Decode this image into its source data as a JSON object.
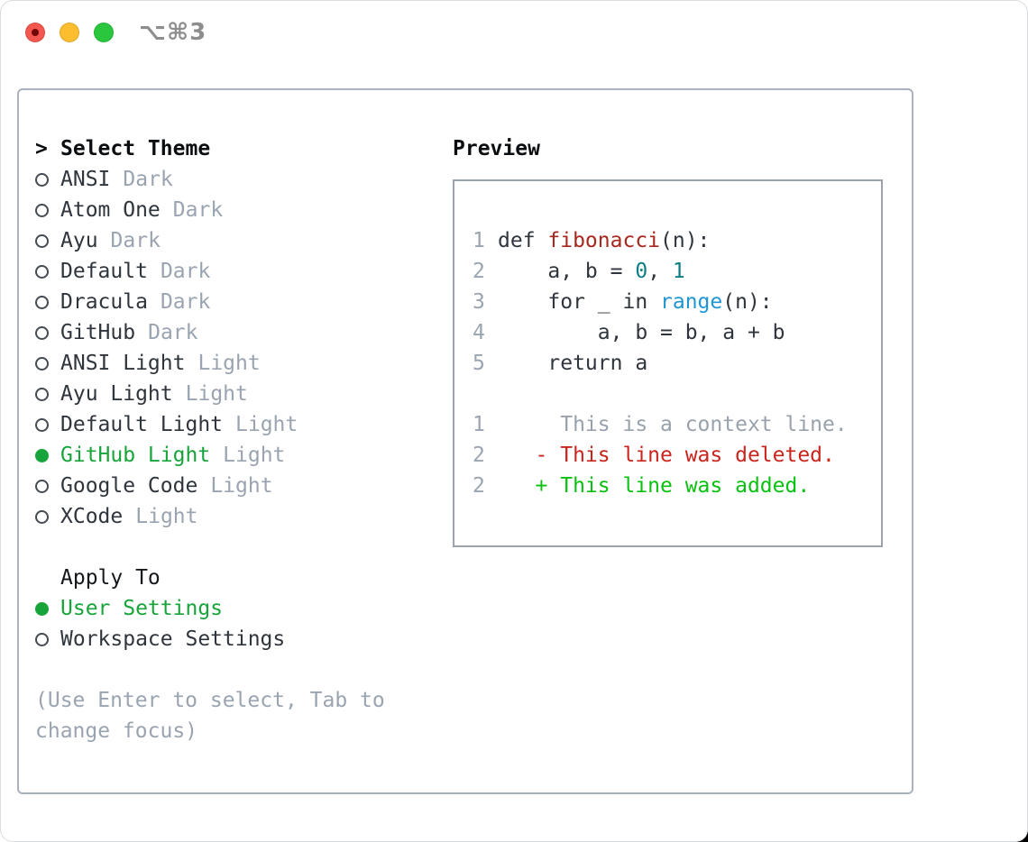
{
  "titlebar": {
    "title": "⌥⌘3",
    "buttons": [
      "close",
      "minimize",
      "zoom"
    ]
  },
  "theme_panel": {
    "header": {
      "prompt": ">",
      "label": "Select Theme"
    },
    "themes": [
      {
        "name": "ANSI",
        "variant": "Dark",
        "selected": false
      },
      {
        "name": "Atom One",
        "variant": "Dark",
        "selected": false
      },
      {
        "name": "Ayu",
        "variant": "Dark",
        "selected": false
      },
      {
        "name": "Default",
        "variant": "Dark",
        "selected": false
      },
      {
        "name": "Dracula",
        "variant": "Dark",
        "selected": false
      },
      {
        "name": "GitHub",
        "variant": "Dark",
        "selected": false
      },
      {
        "name": "ANSI Light",
        "variant": "Light",
        "selected": false
      },
      {
        "name": "Ayu Light",
        "variant": "Light",
        "selected": false
      },
      {
        "name": "Default Light",
        "variant": "Light",
        "selected": false
      },
      {
        "name": "GitHub Light",
        "variant": "Light",
        "selected": true
      },
      {
        "name": "Google Code",
        "variant": "Light",
        "selected": false
      },
      {
        "name": "XCode",
        "variant": "Light",
        "selected": false
      }
    ],
    "apply_to": {
      "label": "Apply To",
      "options": [
        {
          "name": "User Settings",
          "selected": true
        },
        {
          "name": "Workspace Settings",
          "selected": false
        }
      ]
    },
    "help_text": "(Use Enter to select, Tab to change focus)"
  },
  "preview": {
    "label": "Preview",
    "lines": [
      {
        "num": "1",
        "tokens": [
          {
            "t": "def ",
            "c": "default_text"
          },
          {
            "t": "fibonacci",
            "c": "function_red"
          },
          {
            "t": "(n):",
            "c": "default_text"
          }
        ]
      },
      {
        "num": "2",
        "tokens": [
          {
            "t": "    a, b = ",
            "c": "default_text"
          },
          {
            "t": "0",
            "c": "number_teal"
          },
          {
            "t": ", ",
            "c": "default_text"
          },
          {
            "t": "1",
            "c": "number_teal"
          }
        ]
      },
      {
        "num": "3",
        "tokens": [
          {
            "t": "    for _ in ",
            "c": "default_text"
          },
          {
            "t": "range",
            "c": "builtin_blue"
          },
          {
            "t": "(n):",
            "c": "default_text"
          }
        ]
      },
      {
        "num": "4",
        "tokens": [
          {
            "t": "        a, b = b, a + b",
            "c": "default_text"
          }
        ]
      },
      {
        "num": "5",
        "tokens": [
          {
            "t": "    return a",
            "c": "default_text"
          }
        ]
      },
      {
        "num": "",
        "tokens": []
      },
      {
        "num": "1",
        "tokens": [
          {
            "t": "     This is a context line.",
            "c": "diff_context_gray"
          }
        ]
      },
      {
        "num": "2",
        "tokens": [
          {
            "t": "   ",
            "c": "default_text"
          },
          {
            "t": "- This line was deleted.",
            "c": "diff_removed_red"
          }
        ]
      },
      {
        "num": "2",
        "tokens": [
          {
            "t": "   ",
            "c": "default_text"
          },
          {
            "t": "+ This line was added.",
            "c": "diff_added_green"
          }
        ]
      }
    ]
  },
  "colors": {
    "default_text": "#2f353c",
    "muted": "#9aa4b0",
    "selected_green": "#17a43a",
    "function_red": "#a8281e",
    "number_teal": "#0e7e85",
    "builtin_blue": "#2095d3",
    "diff_removed_red": "#c9251d",
    "diff_added_green": "#0ac011",
    "diff_context_gray": "#98a2ac",
    "line_number_gray": "#9aa5b1",
    "panel_border": "#aab3bd",
    "traffic_red": "#f4574f",
    "traffic_yellow": "#fcbd2f",
    "traffic_green": "#2ac63d"
  }
}
